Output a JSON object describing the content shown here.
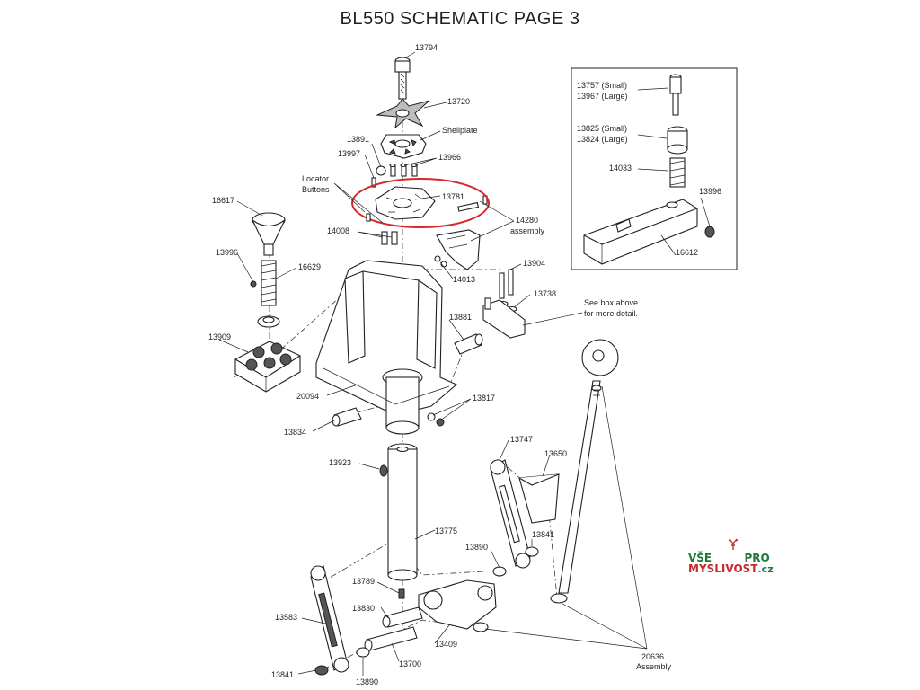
{
  "title": "BL550 SCHEMATIC PAGE 3",
  "logo": {
    "top_left": "VŠE",
    "top_right": "PRO",
    "bottom": "MYSLIVOST",
    "tld": ".cz"
  },
  "labels": {
    "p13794": "13794",
    "p13720": "13720",
    "shellplate": "Shellplate",
    "p13891": "13891",
    "p13997": "13997",
    "p13966": "13966",
    "locator1": "Locator",
    "locator2": "Buttons",
    "p13781": "13781",
    "p16617": "16617",
    "p14008": "14008",
    "p14280": "14280",
    "assembly1": "assembly",
    "p13996a": "13996",
    "p16629": "16629",
    "p14013": "14013",
    "p13904": "13904",
    "p13738": "13738",
    "seebox1": "See box above",
    "seebox2": "for more detail.",
    "p13909": "13909",
    "p13881": "13881",
    "p20094": "20094",
    "p13817": "13817",
    "p13834": "13834",
    "p13923": "13923",
    "p13747": "13747",
    "p13650": "13650",
    "p13775": "13775",
    "p13890a": "13890",
    "p13841a": "13841",
    "p13789": "13789",
    "p13830": "13830",
    "p13583": "13583",
    "p13409": "13409",
    "p13700": "13700",
    "p13841b": "13841",
    "p13890b": "13890",
    "p20636": "20636",
    "assembly2": "Assembly",
    "box_13757": "13757 (Small)",
    "box_13967": "13967 (Large)",
    "box_13825": "13825 (Small)",
    "box_13824": "13824 (Large)",
    "box_14033": "14033",
    "box_13996": "13996",
    "box_16612": "16612"
  },
  "colors": {
    "highlight": "#d9262b",
    "ink": "#231f20",
    "logo_green": "#1e7a34",
    "logo_red": "#c72c2c"
  }
}
